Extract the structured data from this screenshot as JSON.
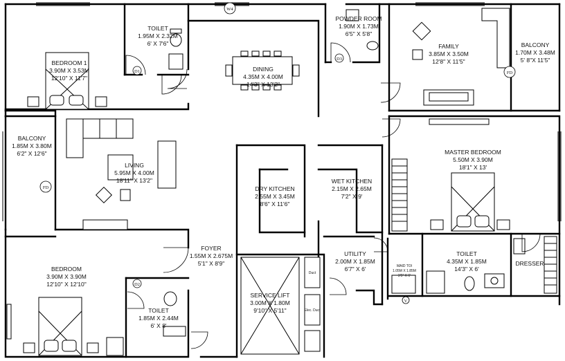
{
  "rooms": {
    "bedroom1": {
      "name": "BEDROOM 1",
      "dim_m": "3.90M X 3.53M",
      "dim_ft": "12'10\" X 11'7\""
    },
    "toilet1": {
      "name": "TOILET",
      "dim_m": "1.95M X 2.32M",
      "dim_ft": "6' X 7'6\""
    },
    "dining": {
      "name": "DINING",
      "dim_m": "4.35M X 4.00M",
      "dim_ft": "14'3\" X 13'2\""
    },
    "powder": {
      "name": "POWDER ROOM",
      "dim_m": "1.90M X 1.73M",
      "dim_ft": "6'5\" X 5'8\""
    },
    "family": {
      "name": "FAMILY",
      "dim_m": "3.85M X 3.50M",
      "dim_ft": "12'8\" X 11'5\""
    },
    "balcony_right": {
      "name": "BALCONY",
      "dim_m": "1.70M X 3.48M",
      "dim_ft": "5' 8\"X 11'5\""
    },
    "balcony_left": {
      "name": "BALCONY",
      "dim_m": "1.85M X 3.80M",
      "dim_ft": "6'2\" X 12'6\""
    },
    "living": {
      "name": "LIVING",
      "dim_m": "5.95M X 4.00M",
      "dim_ft": "18'11\" X 13'2\""
    },
    "dry_kitchen": {
      "name": "DRY KITCHEN",
      "dim_m": "2.55M X 3.45M",
      "dim_ft": "8'6\" X 11'6\""
    },
    "wet_kitchen": {
      "name": "WET KITCHEN",
      "dim_m": "2.15M X 2.65M",
      "dim_ft": "7'2\" X 9'"
    },
    "master_bedroom": {
      "name": "MASTER BEDROOM",
      "dim_m": "5.50M X 3.90M",
      "dim_ft": "18'1\" X 13'"
    },
    "foyer": {
      "name": "FOYER",
      "dim_m": "1.55M X 2.675M",
      "dim_ft": "5'1\" X 8'9\""
    },
    "utility": {
      "name": "UTILITY",
      "dim_m": "2.00M X 1.85M",
      "dim_ft": "6'7\" X 6'"
    },
    "maid_toilet": {
      "name": "MAID TOI",
      "dim_m": "1.05M X 1.85M",
      "dim_ft": "3'5\" X 6'"
    },
    "toilet_master": {
      "name": "TOILET",
      "dim_m": "4.35M X 1.85M",
      "dim_ft": "14'3\" X 6'"
    },
    "dresser": {
      "name": "DRESSER"
    },
    "bedroom": {
      "name": "BEDROOM",
      "dim_m": "3.90M X 3.90M",
      "dim_ft": "12'10\" X 12'10\""
    },
    "toilet2": {
      "name": "TOILET",
      "dim_m": "1.85M X 2.44M",
      "dim_ft": "6' X 8'"
    },
    "service_lift": {
      "name": "SERVICE LIFT",
      "dim_m": "3.00M X 1.80M",
      "dim_ft": "9'10\" X 5'11\""
    }
  },
  "tags": {
    "w4": "W4",
    "fd_top": "FD",
    "fd_left": "FD",
    "d1": "D1",
    "d2": "D2",
    "d3": "D3",
    "v": "V",
    "duct": "Duct",
    "elec_duct": "Elec. Duct"
  }
}
